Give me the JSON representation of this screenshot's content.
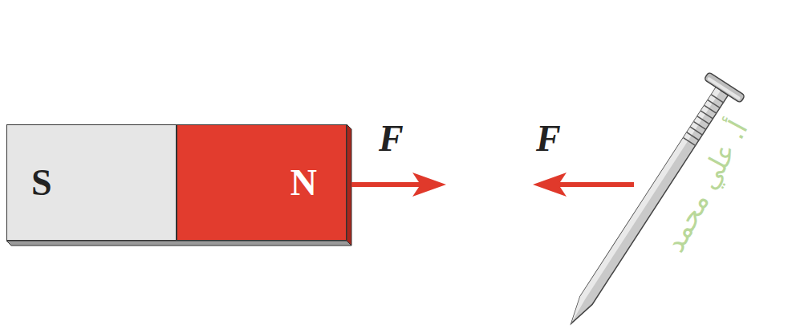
{
  "diagram": {
    "nodes": [
      {
        "text": [
          "S"
        ]
      },
      {
        "text": [
          "N"
        ]
      }
    ],
    "labels": [
      "F",
      "F",
      "أ. علي محمد"
    ]
  }
}
